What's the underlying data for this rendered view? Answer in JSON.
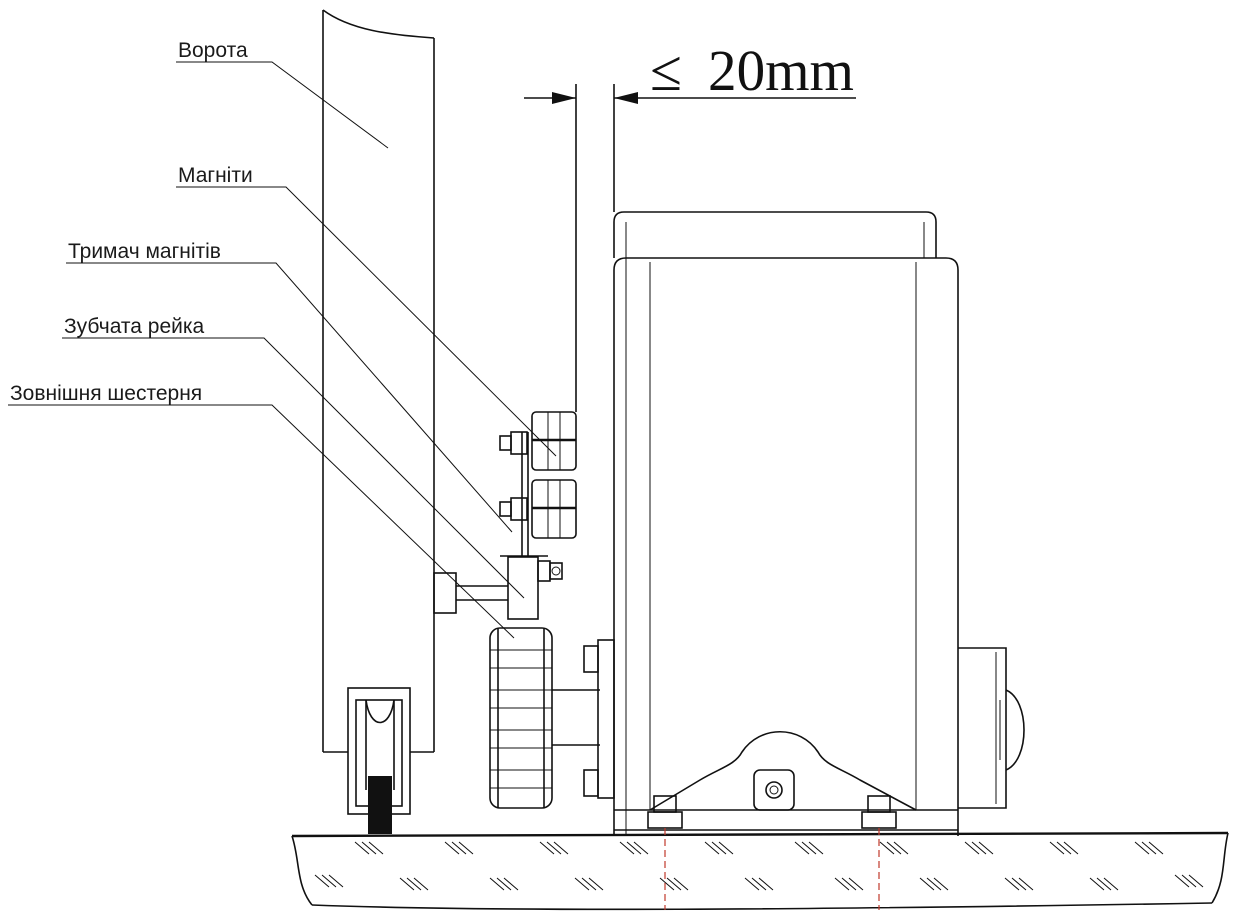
{
  "diagram": {
    "dimension": {
      "symbol": "≤",
      "value": "20mm"
    },
    "labels": [
      {
        "id": "gate",
        "text": "Ворота"
      },
      {
        "id": "magnets",
        "text": "Магніти"
      },
      {
        "id": "magnet-holder",
        "text": "Тримач магнітів"
      },
      {
        "id": "gear-rack",
        "text": "Зубчата рейка"
      },
      {
        "id": "external-gear",
        "text": "Зовнішня шестерня"
      }
    ],
    "colors": {
      "line": "#111111",
      "anchor_dash": "#c0392b",
      "background": "#ffffff"
    }
  }
}
